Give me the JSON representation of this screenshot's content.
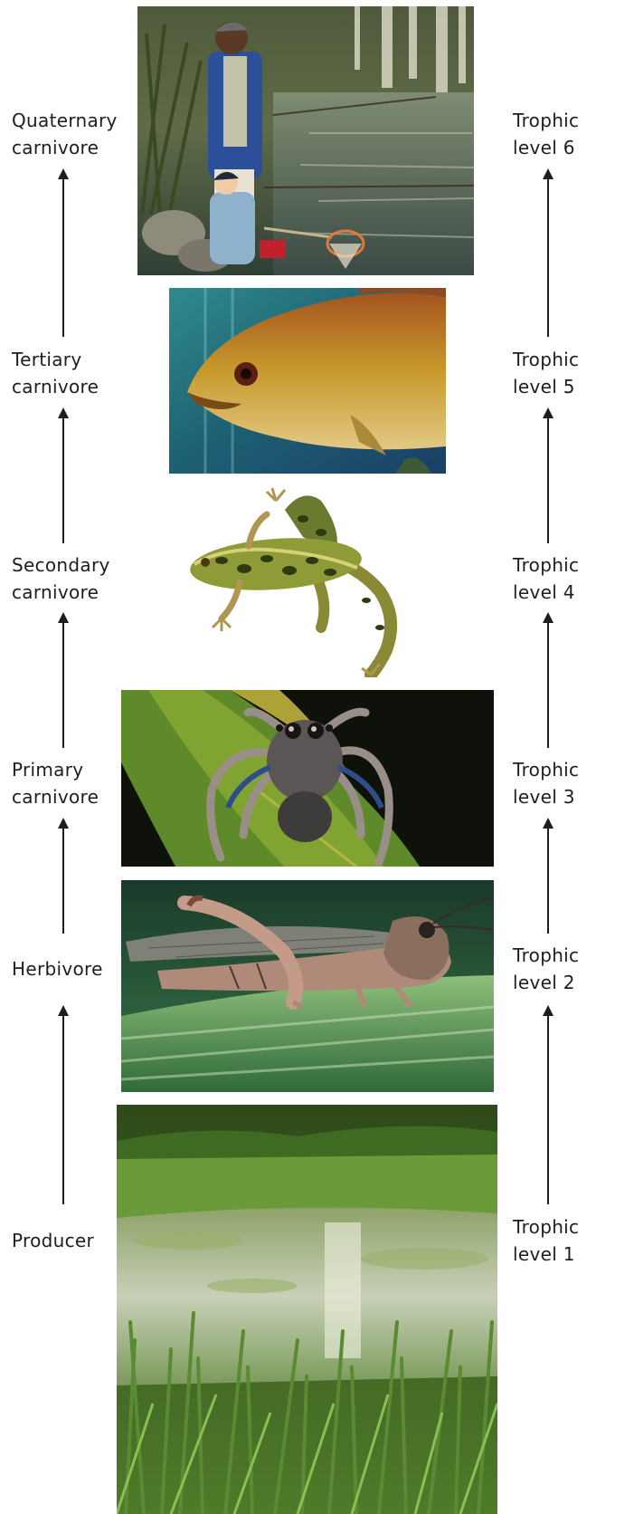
{
  "left_labels": [
    {
      "lines": [
        "Quaternary",
        "carnivore"
      ]
    },
    {
      "lines": [
        "Tertiary",
        "carnivore"
      ]
    },
    {
      "lines": [
        "Secondary",
        "carnivore"
      ]
    },
    {
      "lines": [
        "Primary",
        "carnivore"
      ]
    },
    {
      "lines": [
        "Herbivore"
      ]
    },
    {
      "lines": [
        "Producer"
      ]
    }
  ],
  "right_labels": [
    {
      "lines": [
        "Trophic",
        "level 6"
      ]
    },
    {
      "lines": [
        "Trophic",
        "level 5"
      ]
    },
    {
      "lines": [
        "Trophic",
        "level 4"
      ]
    },
    {
      "lines": [
        "Trophic",
        "level 3"
      ]
    },
    {
      "lines": [
        "Trophic",
        "level 2"
      ]
    },
    {
      "lines": [
        "Trophic",
        "level 1"
      ]
    }
  ],
  "images": {
    "level6": "father-and-child-fishing-photo",
    "level5": "largemouth-bass-photo",
    "level4": "leopard-frog-photo",
    "level3": "jumping-spider-photo",
    "level2": "grasshopper-photo",
    "level1": "pond-vegetation-photo"
  },
  "colors": {
    "text": "#1e1e1e",
    "arrow": "#1e1e1e",
    "background": "#ffffff"
  }
}
